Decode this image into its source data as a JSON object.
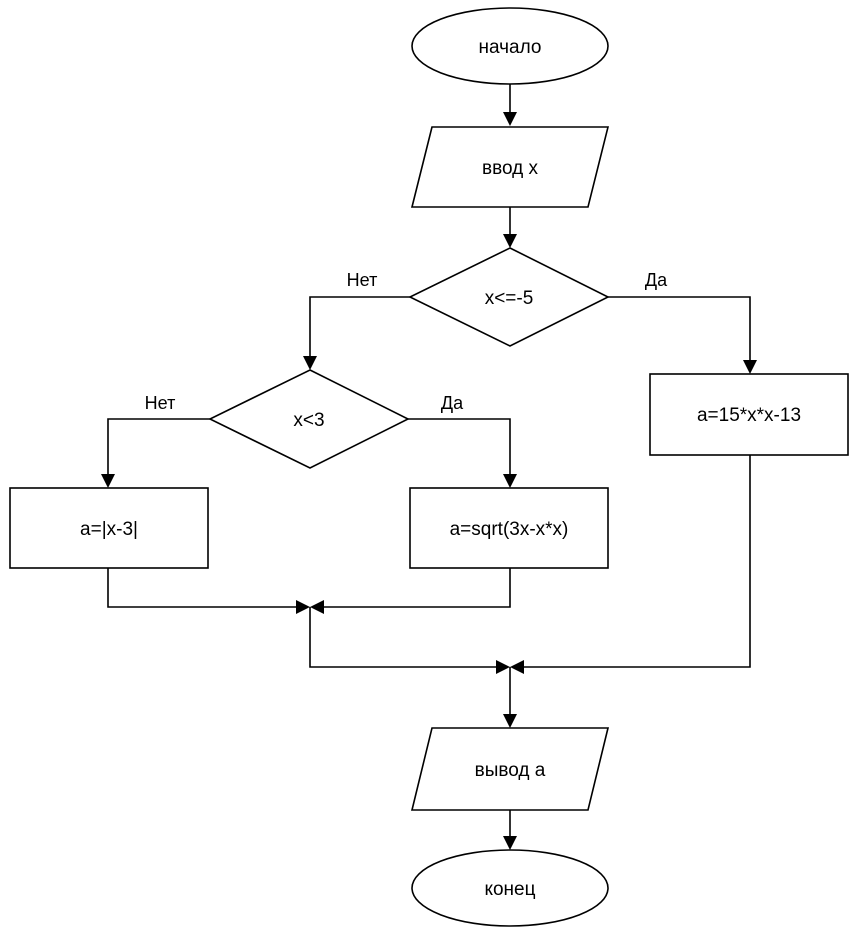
{
  "nodes": {
    "start": "начало",
    "input": "ввод x",
    "cond1": "x<=-5",
    "cond2": "x<3",
    "calc_abs": "a=|x-3|",
    "calc_sqrt": "a=sqrt(3x-x*x)",
    "calc_poly": "a=15*x*x-13",
    "output": "вывод a",
    "end": "конец"
  },
  "branch_labels": {
    "cond1_no": "Нет",
    "cond1_yes": "Да",
    "cond2_no": "Нет",
    "cond2_yes": "Да"
  },
  "colors": {
    "stroke": "#000000",
    "fill": "#ffffff"
  }
}
